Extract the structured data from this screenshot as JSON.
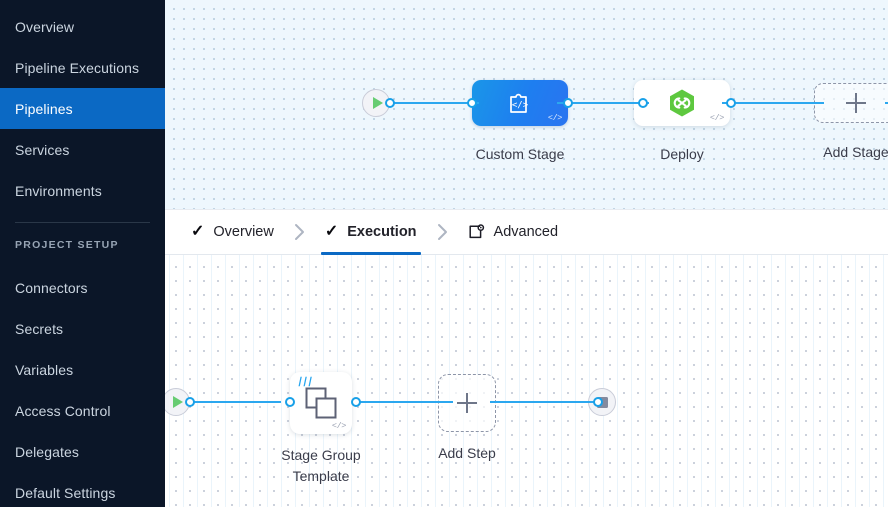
{
  "sidebar": {
    "items": [
      {
        "label": "Overview",
        "active": false
      },
      {
        "label": "Pipeline Executions",
        "active": false
      },
      {
        "label": "Pipelines",
        "active": true
      },
      {
        "label": "Services",
        "active": false
      },
      {
        "label": "Environments",
        "active": false
      }
    ],
    "section_label": "PROJECT SETUP",
    "setup_items": [
      {
        "label": "Connectors"
      },
      {
        "label": "Secrets"
      },
      {
        "label": "Variables"
      },
      {
        "label": "Access Control"
      },
      {
        "label": "Delegates"
      },
      {
        "label": "Default Settings"
      }
    ],
    "active_color": "#0b69c4",
    "background_color": "#0b1628"
  },
  "tabs": {
    "items": [
      {
        "label": "Overview",
        "icon": "check-icon",
        "active": false
      },
      {
        "label": "Execution",
        "icon": "check-icon",
        "active": true
      },
      {
        "label": "Advanced",
        "icon": "advanced-settings-icon",
        "active": false
      }
    ],
    "separator_glyph": "›",
    "check_glyph": "✓",
    "active_underline_color": "#0b69c4"
  },
  "stage_canvas": {
    "start_node": {
      "name": "pipeline-start",
      "icon": "play-icon"
    },
    "end_node": {
      "name": "pipeline-end",
      "icon": "stop-icon"
    },
    "nodes": [
      {
        "label": "Custom Stage",
        "type": "custom-stage",
        "icon": "template-code-icon",
        "badge": "</>"
      },
      {
        "label": "Deploy",
        "type": "deploy-stage",
        "icon": "harness-hexagon-icon",
        "badge": "</>"
      },
      {
        "label": "Add Stage",
        "type": "add-stage",
        "icon": "plus-icon"
      }
    ],
    "background_color": "#eef7fd",
    "link_color": "#2ba7ef"
  },
  "step_canvas": {
    "start_node": {
      "name": "execution-start",
      "icon": "play-icon"
    },
    "end_node": {
      "name": "execution-end",
      "icon": "stop-icon"
    },
    "nodes": [
      {
        "label": "Stage Group Template",
        "type": "stage-group-template",
        "icon": "stacked-squares-icon",
        "badge": "</>",
        "template_mark": "|||"
      },
      {
        "label": "Add Step",
        "type": "add-step",
        "icon": "plus-icon"
      }
    ],
    "background_color": "#ffffff",
    "link_color": "#2ba7ef"
  }
}
